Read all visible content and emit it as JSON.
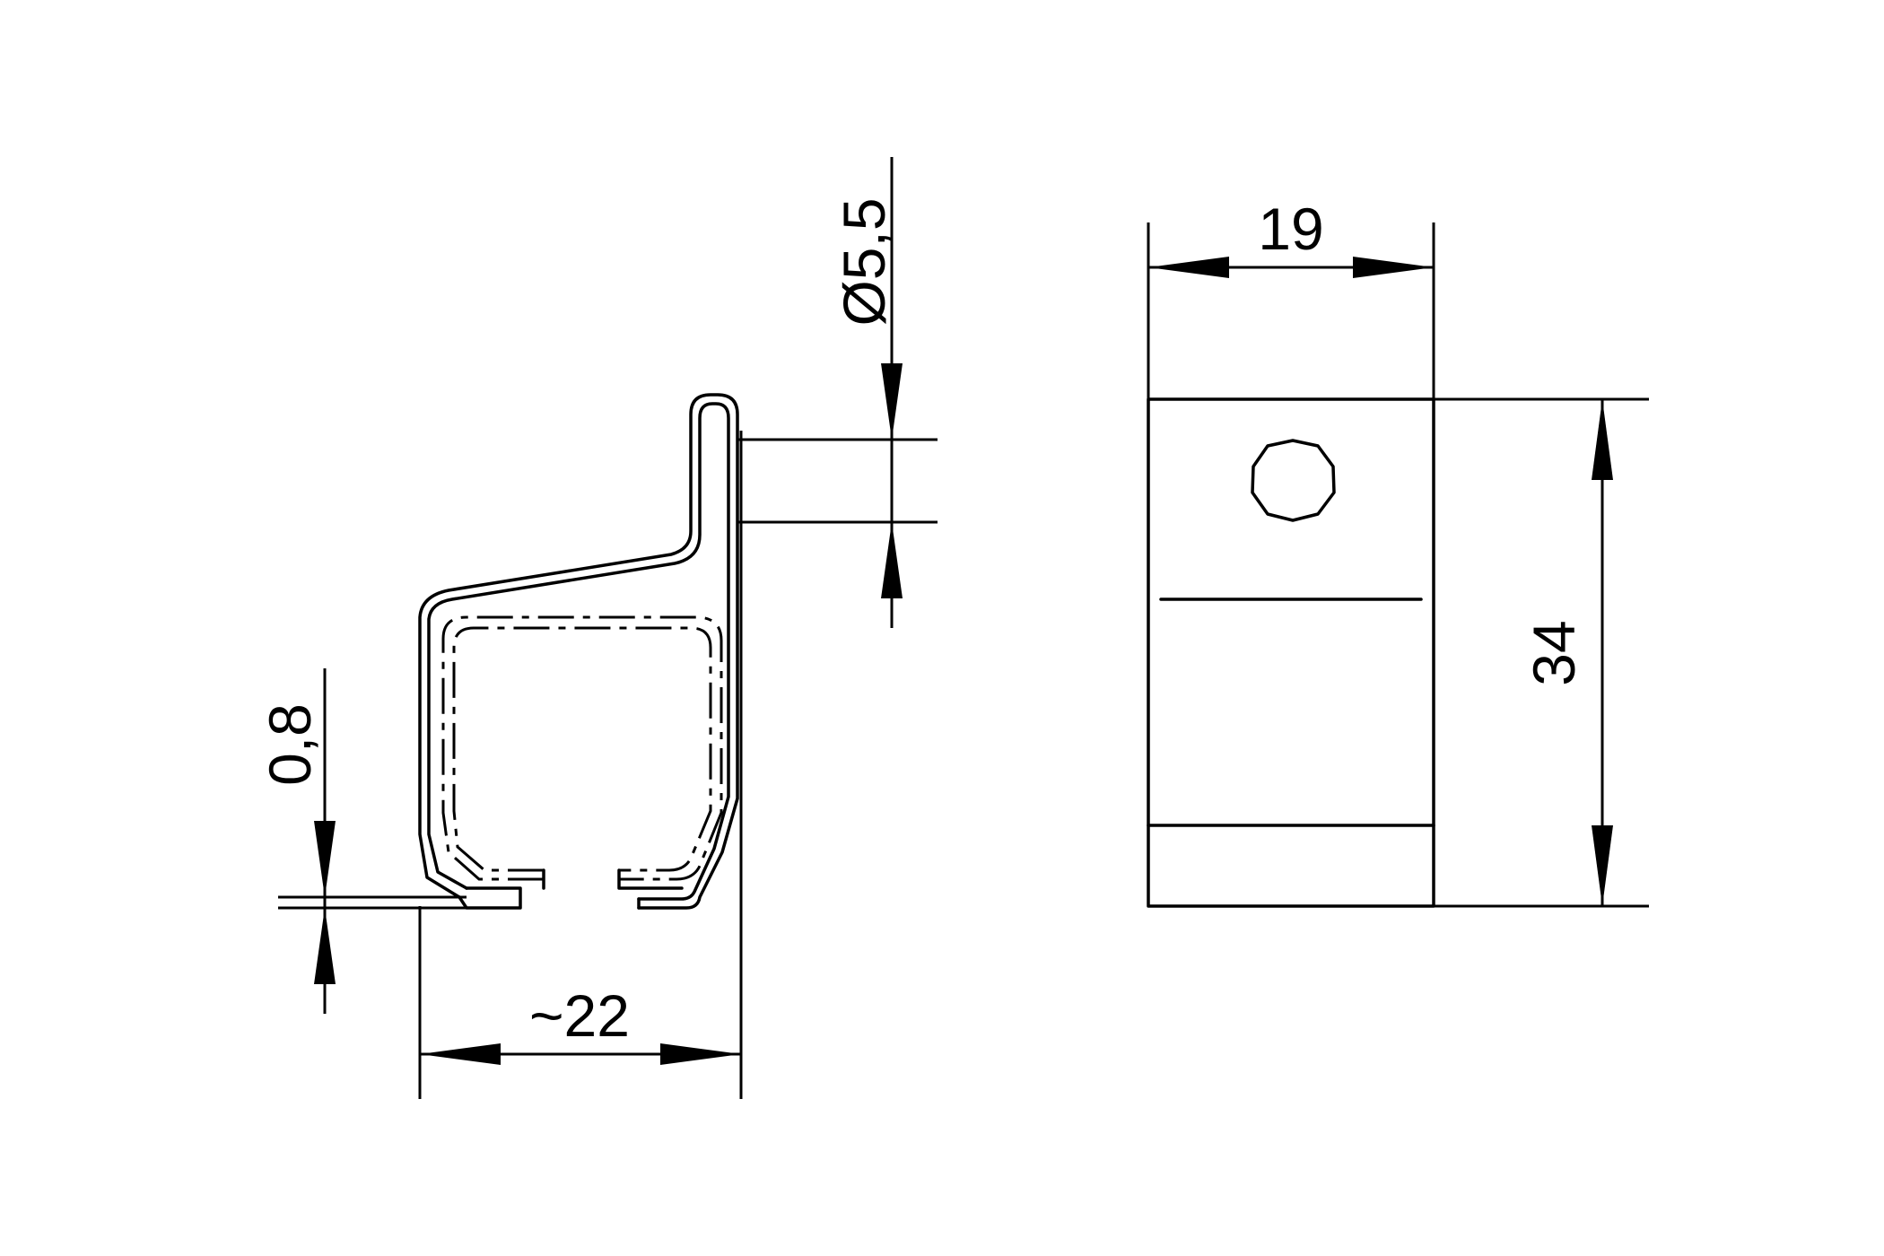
{
  "drawing": {
    "dimensions": {
      "profile_width": "~22",
      "sheet_thickness": "0,8",
      "hole_diameter": "Ø5,5",
      "bracket_width": "19",
      "bracket_height": "34"
    }
  }
}
